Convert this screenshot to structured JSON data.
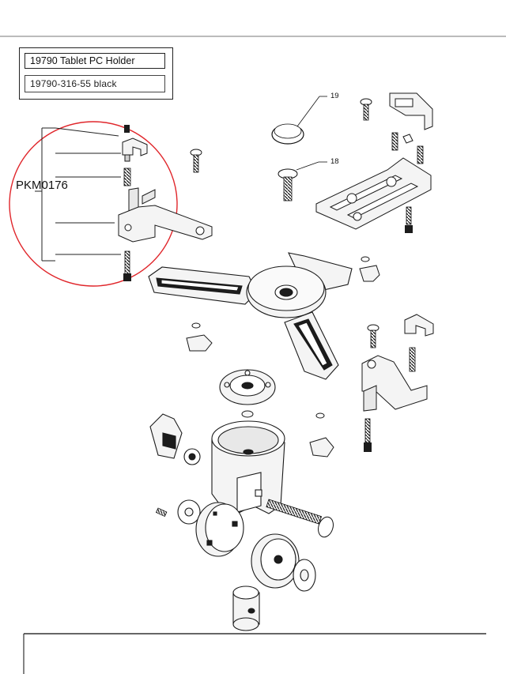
{
  "header": {
    "title": "19790 Tablet PC Holder",
    "part_number": "19790-316-55  black"
  },
  "kit": {
    "label": "PKM0176",
    "highlight_color": "#e0262b"
  },
  "callouts": [
    {
      "number": "19"
    },
    {
      "number": "18"
    }
  ],
  "colors": {
    "line": "#1a1a1a",
    "fill_light": "#f4f4f4",
    "fill_mid": "#cfcfcf",
    "fill_dark": "#1c1c1c"
  }
}
